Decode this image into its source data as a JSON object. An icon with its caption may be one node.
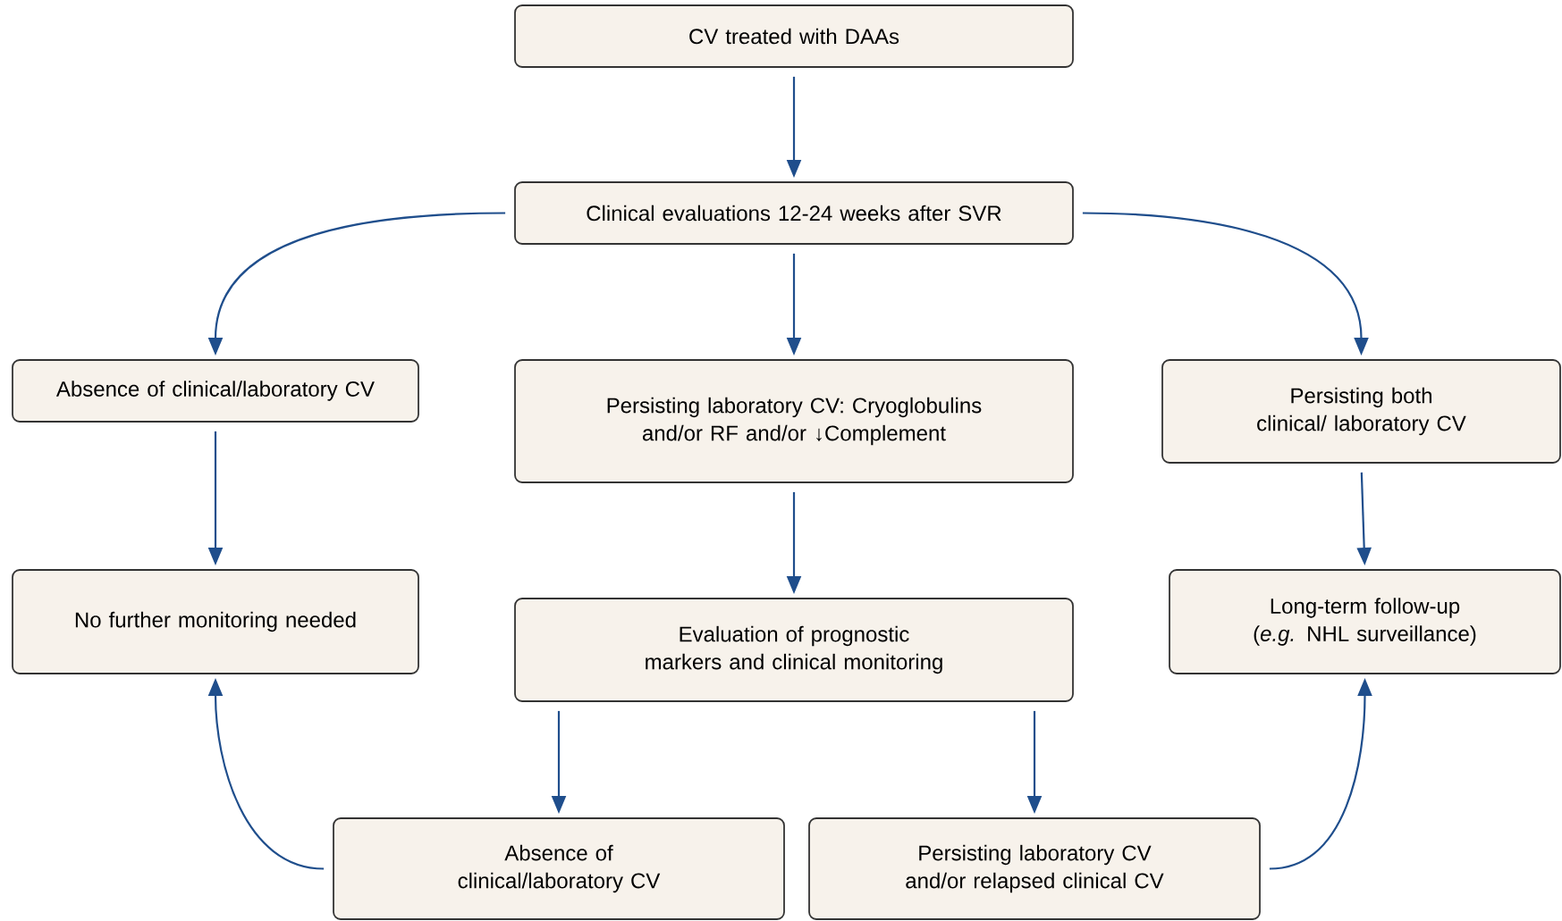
{
  "diagram": {
    "nodes": [
      {
        "text": [
          "CV treated with DAAs"
        ]
      },
      {
        "text": [
          "Clinical evaluations 12-24 weeks after SVR"
        ]
      },
      {
        "text": [
          "Absence of clinical/laboratory CV"
        ]
      },
      {
        "text": [
          "Persisting laboratory CV: Cryoglobulins and/or RF and/or ↓Complement"
        ]
      },
      {
        "text": [
          "Persisting both clinical/ laboratory CV"
        ]
      },
      {
        "text": [
          "No further monitoring needed"
        ]
      },
      {
        "text": [
          "Evaluation of prognostic markers and clinical monitoring"
        ]
      },
      {
        "text": [
          "Long-term follow-up (*e.g.* NHL surveillance)"
        ]
      },
      {
        "text": [
          "Absence of clinical/laboratory CV"
        ]
      },
      {
        "text": [
          "Persisting laboratory CV and/or relapsed clinical CV"
        ]
      }
    ],
    "edges": [
      {
        "from": 0,
        "to": 1,
        "arrow": "to"
      },
      {
        "from": 1,
        "to": 2,
        "arrow": "to"
      },
      {
        "from": 1,
        "to": 3,
        "arrow": "to"
      },
      {
        "from": 1,
        "to": 4,
        "arrow": "to"
      },
      {
        "from": 2,
        "to": 5,
        "arrow": "to"
      },
      {
        "from": 3,
        "to": 6,
        "arrow": "to"
      },
      {
        "from": 4,
        "to": 7,
        "arrow": "to"
      },
      {
        "from": 6,
        "to": 8,
        "arrow": "to"
      },
      {
        "from": 6,
        "to": 9,
        "arrow": "to"
      },
      {
        "from": 8,
        "to": 5,
        "arrow": "to"
      },
      {
        "from": 9,
        "to": 7,
        "arrow": "to"
      }
    ]
  }
}
